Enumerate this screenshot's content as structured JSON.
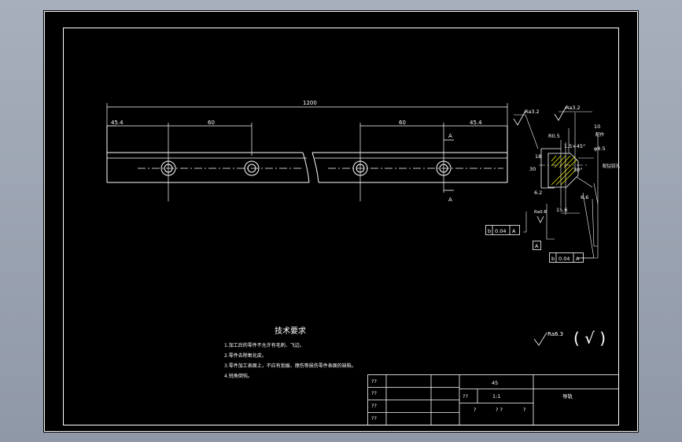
{
  "dims": {
    "overall": "1200",
    "left_edge": "45.4",
    "left_pitch": "60",
    "right_pitch": "60",
    "right_edge": "45.4",
    "section_arrow_top": "A",
    "section_arrow_bottom": "A"
  },
  "section": {
    "roughness_top1": "Ra3.2",
    "roughness_top2": "Ra3.2",
    "chamfer": "1.5×45°",
    "r_small": "R0.5",
    "angle": "30°",
    "dim_height": "30",
    "dim_small_v": "18",
    "dim_62": "6.2",
    "dim_156": "15.6",
    "dim_66": "6.6",
    "dim_phi": "φ8.5",
    "dim_side_note": "10",
    "side_text": "配钻铰孔",
    "side_text2": "配作",
    "roughness_mid": "Ra0.8",
    "tol1_sym": "b",
    "tol1_val": "0.04",
    "tol1_ref": "A",
    "datum_label": "A",
    "tol2_sym": "b",
    "tol2_val": "0.04",
    "tol2_ref": "A"
  },
  "surface": {
    "general_roughness": "Ra6.3",
    "bracket_mark": "( √ )"
  },
  "tech": {
    "title": "技术要求",
    "items": [
      "1.加工后的零件不允许有毛刺、飞边。",
      "2.零件去除氧化皮。",
      "3.零件加工表面上，不应有划痕、擦伤等损伤零件表面的缺陷。",
      "4.锐角倒钝。"
    ]
  },
  "title_block": {
    "material": "45",
    "scale_label": "??",
    "scale": "1:1",
    "part_name": "导轨",
    "row_labels": [
      "??",
      "??",
      "??",
      "??"
    ],
    "footer_marks": [
      "?",
      "?  ?",
      "?"
    ]
  }
}
